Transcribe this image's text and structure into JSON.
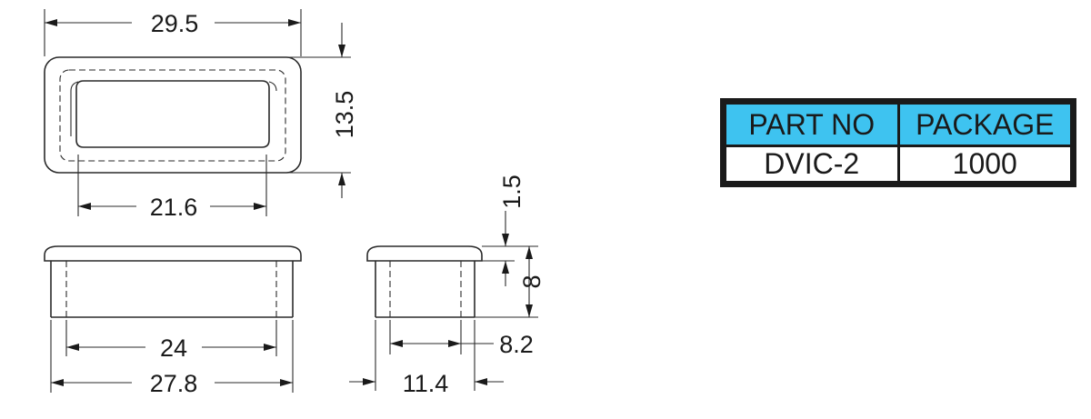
{
  "dimensions": {
    "top_width": "29.5",
    "top_height": "13.5",
    "top_inner_width": "21.6",
    "lip_thickness": "1.5",
    "side_height": "8",
    "front_inner_width": "24",
    "front_outer_width": "27.8",
    "side_inner_width": "8.2",
    "side_outer_width": "11.4"
  },
  "table": {
    "headers": [
      "PART NO",
      "PACKAGE"
    ],
    "row": [
      "DVIC-2",
      "1000"
    ],
    "header_color": "#3ec3f0"
  }
}
